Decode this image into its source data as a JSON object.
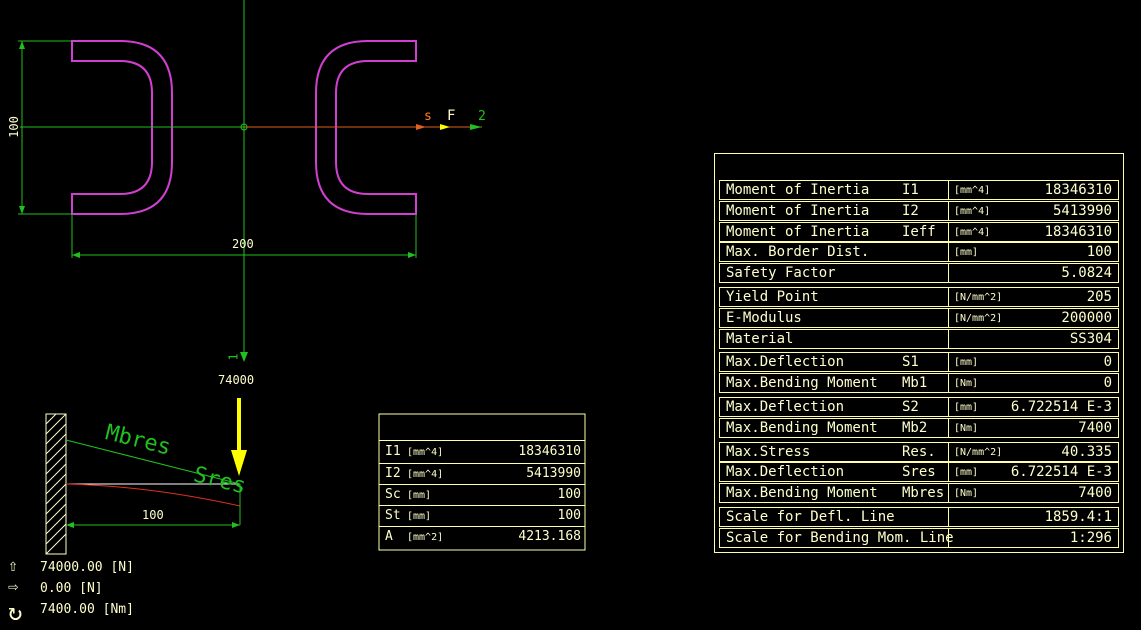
{
  "drawing": {
    "dim_height": "100",
    "dim_width": "200",
    "labels": {
      "s": "s",
      "F": "F",
      "two": "2",
      "one": "1"
    },
    "force_value": "74000",
    "curve_labels": {
      "mbres": "Mbres",
      "sres": "Sres"
    },
    "beam_length": "100"
  },
  "small_table": {
    "rows": [
      {
        "sym": "I1",
        "unit": "[mm^4]",
        "value": "18346310"
      },
      {
        "sym": "I2",
        "unit": "[mm^4]",
        "value": "5413990"
      },
      {
        "sym": "Sc",
        "unit": "[mm]",
        "value": "100"
      },
      {
        "sym": "St",
        "unit": "[mm]",
        "value": "100"
      },
      {
        "sym": "A",
        "unit": "[mm^2]",
        "value": "4213.168"
      }
    ]
  },
  "main_table": {
    "rows": [
      {
        "label": "Moment of Inertia",
        "sym": "I1",
        "unit": "[mm^4]",
        "value": "18346310"
      },
      {
        "label": "Moment of Inertia",
        "sym": "I2",
        "unit": "[mm^4]",
        "value": "5413990"
      },
      {
        "label": "Moment of Inertia",
        "sym": "Ieff",
        "unit": "[mm^4]",
        "value": "18346310"
      },
      {
        "label": "Max. Border Dist.",
        "sym": "",
        "unit": "[mm]",
        "value": "100"
      },
      {
        "label": "Safety Factor",
        "sym": "",
        "unit": "",
        "value": "5.0824"
      },
      {
        "label": "Yield Point",
        "sym": "",
        "unit": "[N/mm^2]",
        "value": "205"
      },
      {
        "label": "E-Modulus",
        "sym": "",
        "unit": "[N/mm^2]",
        "value": "200000"
      },
      {
        "label": "Material",
        "sym": "",
        "unit": "",
        "value": "SS304"
      },
      {
        "label": "Max.Deflection",
        "sym": "S1",
        "unit": "[mm]",
        "value": "0"
      },
      {
        "label": "Max.Bending Moment",
        "sym": "Mb1",
        "unit": "[Nm]",
        "value": "0"
      },
      {
        "label": "Max.Deflection",
        "sym": "S2",
        "unit": "[mm]",
        "value": "6.722514 E-3"
      },
      {
        "label": "Max.Bending Moment",
        "sym": "Mb2",
        "unit": "[Nm]",
        "value": "7400"
      },
      {
        "label": "Max.Stress",
        "sym": "Res.",
        "unit": "[N/mm^2]",
        "value": "40.335"
      },
      {
        "label": "Max.Deflection",
        "sym": "Sres",
        "unit": "[mm]",
        "value": "6.722514 E-3"
      },
      {
        "label": "Max.Bending Moment",
        "sym": "Mbres",
        "unit": "[Nm]",
        "value": "7400"
      },
      {
        "label": "Scale for Defl. Line",
        "sym": "",
        "unit": "",
        "value": "1859.4:1"
      },
      {
        "label": "Scale for Bending Mom. Line",
        "sym": "",
        "unit": "",
        "value": "1:296"
      }
    ]
  },
  "reactions": [
    {
      "icon": "arrow-up-icon",
      "text": "74000.00 [N]"
    },
    {
      "icon": "arrow-right-icon",
      "text": "0.00 [N]"
    },
    {
      "icon": "moment-arc-icon",
      "text": "7400.00 [Nm]"
    }
  ],
  "colors": {
    "magenta": "#d040d0",
    "green": "#20c020",
    "yellow": "#ffff00",
    "orange": "#ff8020",
    "red": "#e03020",
    "text": "#ffffcc"
  }
}
